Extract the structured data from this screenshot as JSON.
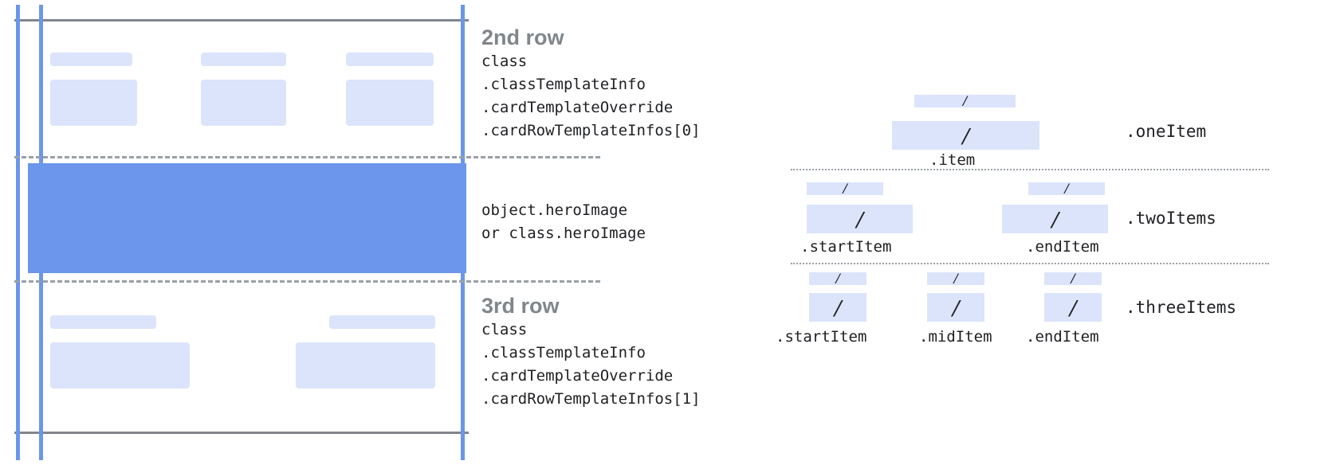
{
  "colors": {
    "accent_blue": "#6b96ec",
    "placeholder_blue": "#dbe4fa",
    "grey_rule": "#80868b",
    "dash_grey": "#9aa0a6",
    "text": "#202124"
  },
  "left_diagram": {
    "name": "card-row-template-diagram",
    "annotations": [
      {
        "title": "2nd row",
        "code": "class\n.classTemplateInfo\n.cardTemplateOverride\n.cardRowTemplateInfos[0]"
      },
      {
        "title": "",
        "code": "object.heroImage\nor class.heroImage"
      },
      {
        "title": "3rd row",
        "code": "class\n.classTemplateInfo\n.cardTemplateOverride\n.cardRowTemplateInfos[1]"
      }
    ]
  },
  "right_diagram": {
    "name": "item-layout-diagram",
    "slash_glyph": "/",
    "groups": [
      {
        "side_label": ".oneItem",
        "items": [
          {
            "label": ".item"
          }
        ]
      },
      {
        "side_label": ".twoItems",
        "items": [
          {
            "label": ".startItem"
          },
          {
            "label": ".endItem"
          }
        ]
      },
      {
        "side_label": ".threeItems",
        "items": [
          {
            "label": ".startItem"
          },
          {
            "label": ".midItem"
          },
          {
            "label": ".endItem"
          }
        ]
      }
    ]
  }
}
